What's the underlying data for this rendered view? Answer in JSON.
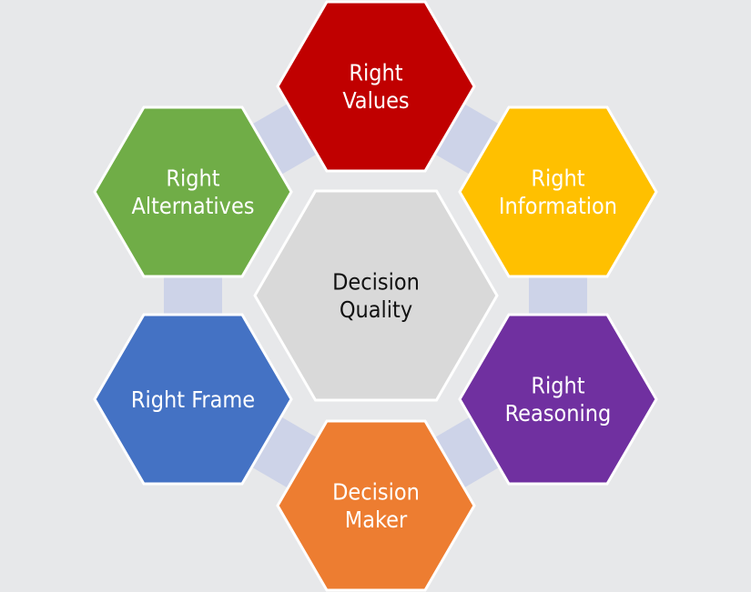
{
  "diagram": {
    "center": {
      "lines": [
        "Decision",
        "Quality"
      ],
      "fill": "#d9d9d9",
      "text_color": "#111111"
    },
    "nodes": [
      {
        "id": "right-values",
        "lines": [
          "Right",
          "Values"
        ],
        "fill": "#c00000",
        "text_color": "#ffffff"
      },
      {
        "id": "right-information",
        "lines": [
          "Right",
          "Information"
        ],
        "fill": "#ffc000",
        "text_color": "#ffffff"
      },
      {
        "id": "right-reasoning",
        "lines": [
          "Right",
          "Reasoning"
        ],
        "fill": "#7030a0",
        "text_color": "#ffffff"
      },
      {
        "id": "decision-maker",
        "lines": [
          "Decision",
          "Maker"
        ],
        "fill": "#ed7d31",
        "text_color": "#ffffff"
      },
      {
        "id": "right-frame",
        "lines": [
          "Right Frame"
        ],
        "fill": "#4472c4",
        "text_color": "#ffffff"
      },
      {
        "id": "right-alternatives",
        "lines": [
          "Right",
          "Alternatives"
        ],
        "fill": "#70ad47",
        "text_color": "#ffffff"
      }
    ],
    "connector_color": "#cdd3e8",
    "background": "#e7e8ea"
  }
}
